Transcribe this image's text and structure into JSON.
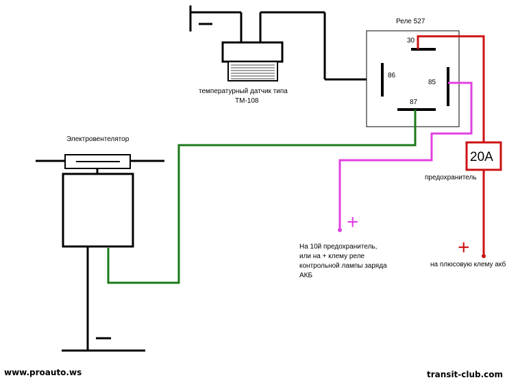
{
  "relay": {
    "title": "Реле 527",
    "pins": {
      "p30": "30",
      "p85": "85",
      "p86": "86",
      "p87": "87"
    }
  },
  "sensor": {
    "label_line1": "температурный датчик типа",
    "label_line2": "ТМ-108"
  },
  "fan": {
    "label": "Электровентелятор"
  },
  "fuse": {
    "rating": "20A",
    "label": "предохранитель"
  },
  "notes": {
    "plus_symbol": "+",
    "minus_symbol": "—",
    "fuse10_line1": "На 10й предохранитель,",
    "fuse10_line2": "или на + клему реле",
    "fuse10_line3": "контрольной лампы заряда",
    "fuse10_line4": "АКБ",
    "battery": "на плюсовую клему акб"
  },
  "watermarks": {
    "left": "www.proauto.ws",
    "right": "transit-club.com"
  },
  "colors": {
    "line": "#000000",
    "green_wire": "#1a7a1a",
    "magenta_wire": "#e040e0",
    "red_wire": "#cc1111"
  }
}
